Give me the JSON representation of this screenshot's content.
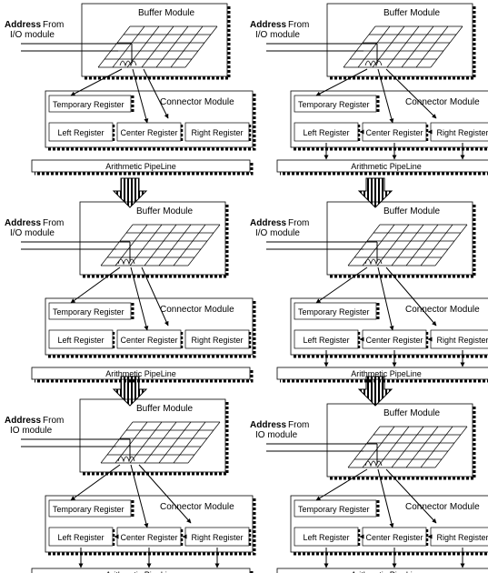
{
  "labels": {
    "buffer": "Buffer Module",
    "connector": "Connector Module",
    "address": "Address",
    "from": "From",
    "io_top": "I/O module",
    "io_bottom": "IO module",
    "temp": "Temporary Register",
    "left": "Left Register",
    "center": "Center Register",
    "right": "Right Register",
    "pipeline": "Arithmetic PipeLine"
  },
  "panels": [
    {
      "id": "panel-top-left",
      "io_key": "io_top",
      "result_arrows": false
    },
    {
      "id": "panel-top-right",
      "io_key": "io_top",
      "result_arrows": true
    },
    {
      "id": "panel-middle-left",
      "io_key": "io_top",
      "result_arrows": false
    },
    {
      "id": "panel-middle-right",
      "io_key": "io_top",
      "result_arrows": true
    },
    {
      "id": "panel-bottom-left",
      "io_key": "io_bottom",
      "result_arrows": true
    },
    {
      "id": "panel-bottom-right",
      "io_key": "io_bottom",
      "result_arrows": true
    }
  ],
  "flow_arrows": [
    "flow-arrow-left-1",
    "flow-arrow-right-1",
    "flow-arrow-left-2",
    "flow-arrow-right-2"
  ]
}
